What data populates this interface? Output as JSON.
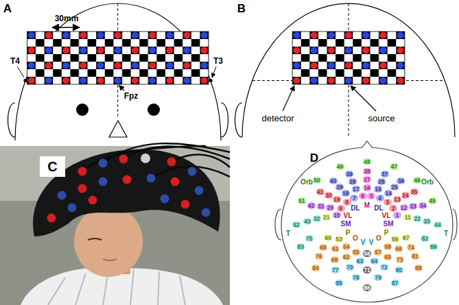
{
  "diagram": {
    "nodes": [
      {
        "text": [
          "C"
        ]
      }
    ],
    "labels": [
      "A",
      "30mm",
      "T4",
      "Fpz",
      "T3",
      "B",
      "detector",
      "source",
      "D",
      "Orb",
      "Orb",
      "M",
      "DL",
      "DL",
      "VL",
      "VL",
      "SM",
      "SM",
      "T",
      "T",
      "P",
      "P",
      "O",
      "O",
      "V",
      "V",
      "1",
      "2",
      "3",
      "4",
      "5",
      "6",
      "7",
      "8",
      "9",
      "10",
      "11",
      "12",
      "13",
      "14",
      "15",
      "16",
      "17",
      "18",
      "19",
      "20",
      "21",
      "22",
      "23",
      "24",
      "25",
      "26",
      "27",
      "28",
      "29",
      "30",
      "31",
      "32",
      "33",
      "34",
      "35",
      "36",
      "37",
      "38",
      "39",
      "40",
      "41",
      "42",
      "43",
      "44",
      "45",
      "46",
      "47",
      "48",
      "49",
      "50",
      "51",
      "52",
      "53",
      "54",
      "55",
      "56",
      "57",
      "58",
      "59",
      "60",
      "61",
      "62",
      "63",
      "64",
      "65",
      "66",
      "67",
      "68",
      "69",
      "70",
      "71",
      "72",
      "73",
      "74",
      "75",
      "76",
      "77",
      "78",
      "79",
      "80",
      "81",
      "82",
      "83",
      "84",
      "85",
      "86",
      "87",
      "88",
      "89"
    ]
  }
}
